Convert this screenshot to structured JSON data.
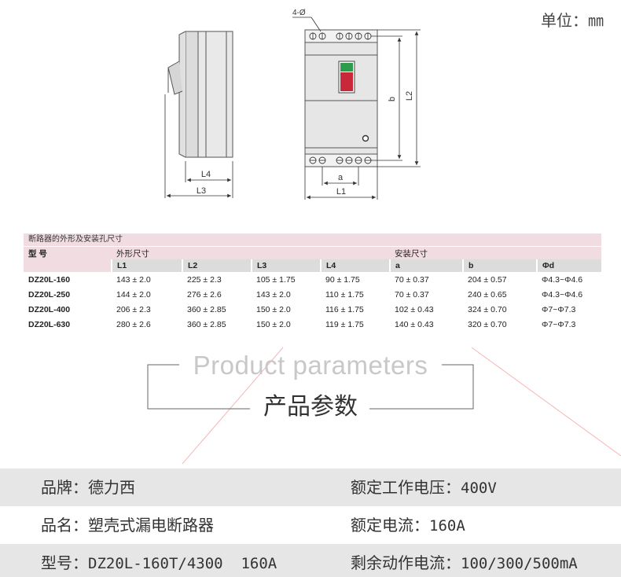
{
  "unit_label": "单位：㎜",
  "drawing": {
    "hole_label": "4-Ø",
    "dim_l4": "L4",
    "dim_l3": "L3",
    "dim_a": "a",
    "dim_l1": "L1",
    "dim_b": "b",
    "dim_l2": "L2"
  },
  "dimension_table": {
    "title": "断路器的外形及安装孔尺寸",
    "col_model": "型 号",
    "group_outline": "外形尺寸",
    "group_mount": "安装尺寸",
    "sub_headers": [
      "L1",
      "L2",
      "L3",
      "L4",
      "a",
      "b",
      "Φd"
    ],
    "rows": [
      {
        "model": "DZ20L-160",
        "cells": [
          "143 ± 2.0",
          "225 ± 2.3",
          "105 ± 1.75",
          "90 ± 1.75",
          "70 ± 0.37",
          "204 ± 0.57",
          "Φ4.3~Φ4.6"
        ]
      },
      {
        "model": "DZ20L-250",
        "cells": [
          "144 ± 2.0",
          "276 ± 2.6",
          "143 ± 2.0",
          "110 ± 1.75",
          "70 ± 0.37",
          "240 ± 0.65",
          "Φ4.3~Φ4.6"
        ]
      },
      {
        "model": "DZ20L-400",
        "cells": [
          "206 ± 2.3",
          "360 ± 2.85",
          "150 ± 2.0",
          "116 ± 1.75",
          "102 ± 0.43",
          "324 ± 0.70",
          "Φ7~Φ7.3"
        ]
      },
      {
        "model": "DZ20L-630",
        "cells": [
          "280 ± 2.6",
          "360 ± 2.85",
          "150 ± 2.0",
          "119 ± 1.75",
          "140 ± 0.43",
          "320 ± 0.70",
          "Φ7~Φ7.3"
        ]
      }
    ]
  },
  "section": {
    "title_en": "Product parameters",
    "title_cn": "产品参数"
  },
  "params": [
    {
      "left_label": "品牌：",
      "left_value": "德力西",
      "right_label": "额定工作电压：",
      "right_value": "400V"
    },
    {
      "left_label": "品名：",
      "left_value": "塑壳式漏电断路器",
      "right_label": "额定电流：",
      "right_value": "160A"
    },
    {
      "left_label": "型号：",
      "left_value": "DZ20L-160T/4300  160A",
      "right_label": "剩余动作电流：",
      "right_value": "100/300/500mA"
    }
  ],
  "colors": {
    "table_header_pink": "#f1dde1",
    "table_subheader_gray": "#dcdcdc",
    "param_band_gray": "#e6e6e6",
    "handle_green": "#2e9b4f",
    "handle_red": "#c8283a"
  }
}
